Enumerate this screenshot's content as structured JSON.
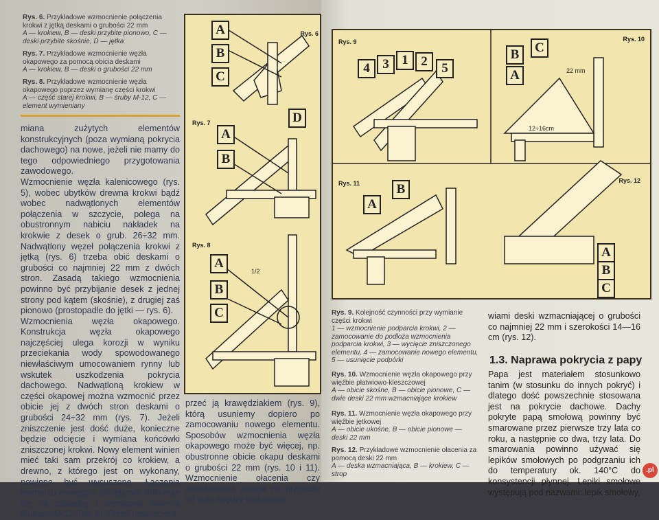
{
  "left_page": {
    "captions": [
      {
        "num": "Rys. 6.",
        "text": "Przykładowe wzmocnienie połączenia krokwi z jętką deskami o grubości 22 mm",
        "legend": "A — krokiew, B — deski przybite pionowo, C — deski przybite skośnie, D — jętka"
      },
      {
        "num": "Rys. 7.",
        "text": "Przykładowe wzmocnienie węzła okapowego za pomocą obicia deskami",
        "legend": "A — krokiew, B — deski o grubości 22 mm"
      },
      {
        "num": "Rys. 8.",
        "text": "Przykładowe wzmocnienie węzła okapowego poprzez wymianę części krokwi",
        "legend": "A — część starej krokwi, B — śruby M-12, C — element wymieniany"
      }
    ],
    "body_paragraphs": [
      "miana zużytych elementów konstrukcyjnych (poza wymianą pokrycia dachowego) na nowe, jeżeli nie mamy do tego odpowiedniego przygotowania zawodowego.",
      "Wzmocnienie węzła kalenicowego (rys. 5), wobec ubytków drewna krokwi bądź wobec nadwątlonych elementów połączenia w szczycie, polega na obustronnym nabiciu nakładek na krokwie z desek o grub. 26÷32 mm. Nadwątlony węzeł połączenia krokwi z jętką (rys. 6) trzeba obić deskami o grubości co najmniej 22 mm z dwóch stron. Zasadą takiego wzmocnienia powinno być przybijanie desek z jednej strony pod kątem (skośnie), z drugiej zaś pionowo (prostopadle do jętki — rys. 6).",
      "Wzmocnienia węzła okapowego. Konstrukcja węzła okapowego najczęściej ulega korozji w wyniku przeciekania wody spowodowanego niewłaściwym umocowaniem rynny lub wskutek uszkodzenia pokrycia dachowego. Nadwątloną krokiew w części okapowej można wzmocnić przez obicie jej z dwóch stron deskami o grubości 24÷32 mm (rys. 7). Jeżeli zniszczenie jest dość duże, konieczne będzie odcięcie i wymiana końcówki zniszczonej krokwi. Nowy element winien mieć taki sam przekrój co krokiew, a drewno, z którego jest on wykonany, powinno być wysuszone. Łączenia elementu nowego z istniejącym dokonuje się na zakładkę i wzmacnia dwiema śrubami M-12 (rys. 8). Przed usunięciem"
    ],
    "column2_text": "przeć ją krawędziakiem (rys. 9), którą usuniemy dopiero po zamocowaniu nowego elementu. Sposobów wzmocnienia węzła okapowego może być więcej, np. obustronne obicie okapu deskami o grubości 22 mm (rys. 10 i 11). Wzmocnienie ołacenia czy odeskowania polega na przybiciu od dołu między krokwiami",
    "figures": {
      "rys6": {
        "label": "Rys. 6",
        "letters": [
          "A",
          "B",
          "C",
          "D"
        ]
      },
      "rys7": {
        "label": "Rys. 7",
        "letters": [
          "A",
          "B"
        ]
      },
      "rys8": {
        "label": "Rys. 8",
        "letters": [
          "A",
          "B",
          "C"
        ],
        "annotation": "1/2"
      }
    }
  },
  "right_page": {
    "figures": {
      "rys9": {
        "label": "Rys. 9",
        "numbers": [
          "4",
          "3",
          "1",
          "2",
          "5"
        ]
      },
      "rys10": {
        "label": "Rys. 10",
        "letters": [
          "B",
          "C",
          "A"
        ],
        "dim1": "22 mm",
        "dim2": "12÷16cm"
      },
      "rys11": {
        "label": "Rys. 11",
        "letters": [
          "A",
          "B"
        ]
      },
      "rys12": {
        "label": "Rys. 12",
        "letters": [
          "A",
          "B",
          "C"
        ]
      }
    },
    "captions": [
      {
        "num": "Rys. 9.",
        "text": "Kolejność czynności przy wymianie części krokwi",
        "legend": "1 — wzmocnienie podparcia krokwi, 2 — zamocowanie do podłoża wzmocnienia podparcia krokwi, 3 — wycięcie zniszczonego elementu, 4 — zamocowanie nowego elementu, 5 — usunięcie podpórki"
      },
      {
        "num": "Rys. 10.",
        "text": "Wzmocnienie węzła okapowego przy więźbie płatwiowo-kleszczowej",
        "legend": "A — obicie skośne, B — obicie pionowe, C — dwie deski 22 mm wzmacniające krokiew"
      },
      {
        "num": "Rys. 11.",
        "text": "Wzmocnienie węzła okapowego przy więźbie jętkowej",
        "legend": "A — obicie ukośne, B — obicie pionowe — deski 22 mm"
      },
      {
        "num": "Rys. 12.",
        "text": "Przykładowe wzmocnienie ołacenia za pomocą deski 22 mm",
        "legend": "A — deska wzmacniająca, B — krokiew, C — strop"
      }
    ],
    "body_top": "wiami deski wzmacniającej o grubości co najmniej 22 mm i szerokości 14—16 cm (rys. 12).",
    "section_heading": "1.3. Naprawa pokrycia z papy",
    "section_text": "Papa jest materiałem stosunkowo tanim (w stosunku do innych pokryć) i dlatego dość powszechnie stosowana jest na pokrycie dachowe. Dachy pokryte papą smołową powinny być smarowane przez pierwsze trzy lata co roku, a następnie co dwa, trzy lata. Do smarowania powinno używać się lepików smołowych po podgrzaniu ich do temperatury ok. 140°C do konsystencji płynnej. Lepiki smołowe występują pod nazwami: lepik smołowy,",
    "watermark": ".pl"
  },
  "colors": {
    "figure_fill": "#f2e5ad",
    "accent_rule": "#d8a030",
    "text": "#2d3550"
  }
}
